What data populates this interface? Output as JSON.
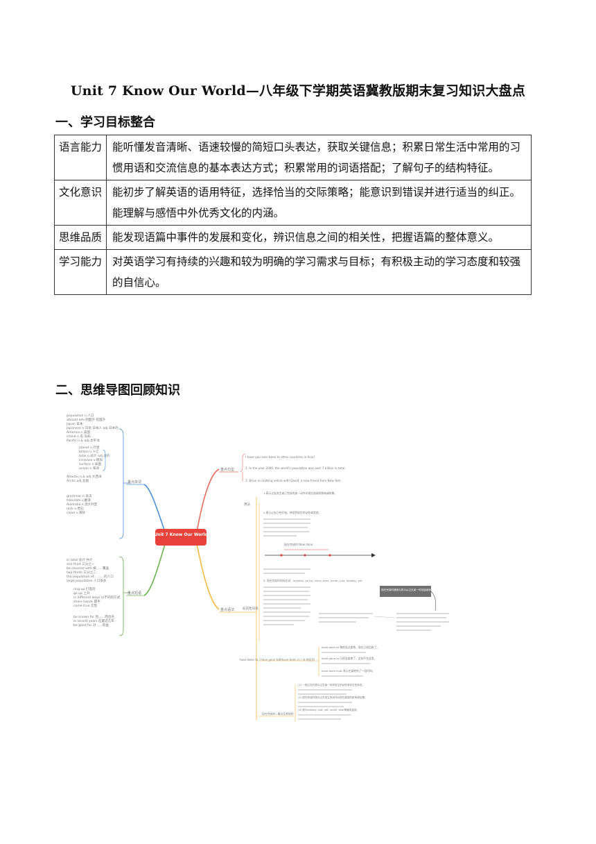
{
  "doc": {
    "title": "Unit 7 Know Our World—八年级下学期英语冀教版期末复习知识大盘点",
    "section1": "一、学习目标整合",
    "section2": "二、思维导图回顾知识"
  },
  "goals": [
    {
      "k": "语言能力",
      "v": "能听懂发音清晰、语速较慢的简短口头表达，获取关键信息；积累日常生活中常用的习惯用语和交流信息的基本表达方式；积累常用的词语搭配；了解句子的结构特征。"
    },
    {
      "k": "文化意识",
      "v": "能初步了解英语的语用特征，选择恰当的交际策略；能意识到错误并进行适当的纠正。能理解与感悟中外优秀文化的内涵。"
    },
    {
      "k": "思维品质",
      "v": "能发现语篇中事件的发展和变化，辨识信息之间的相关性，把握语篇的整体意义。"
    },
    {
      "k": "学习能力",
      "v": "对英语学习有持续的兴趣和较为明确的学习需求与目标；有积极主动的学习态度和较强的自信心。"
    }
  ],
  "mindmap": {
    "center": "Unit 7 Know Our World",
    "branches": {
      "vocab": "重点单词",
      "phrase": "重点短语",
      "sentence": "重点句型",
      "grammar": "重点语法"
    },
    "sentences": [
      "I have you ever been to other countries in Asia?",
      "2. In the year 2000, the world's population was over 7 billion in total.",
      "3. Brian is chatting online with David, a new friend from New York."
    ],
    "vocab_words": [
      "population n.人口",
      "abroad adv.到国外 在国外",
      "Japan 日本",
      "Japanese n.日语 日本人 adj.日本的",
      "America n.美国",
      "island n.岛 岛屿",
      "Pacific n.& adj.太平洋",
      "planet n.行星",
      "billion n.十亿",
      "total n.总计 adj.总的",
      "increase v.增加",
      "surface n.表面",
      "ocean n.海洋",
      "Atlantic n.& adj.大西洋",
      "Arctic adj.北极",
      "grammar n.语法",
      "translate v.翻译",
      "Australia n.澳大利亚",
      "rock n.岩石",
      "clean v.清除"
    ],
    "phrase_items": [
      "in total 总计 共计",
      "one third 三分之一",
      "be covered with 被……覆盖",
      "two thirds 三分之二",
      "the population of... ……的人口",
      "large population 人口很多",
      "ring up 打电话",
      "go up 上升",
      "in different ways 以不同的方式",
      "share hands 握手",
      "come true 实现",
      "be known for 因……而出名",
      "in recent years 在最近几年",
      "be good for 对……有益"
    ],
    "grammar_sub": [
      "用法",
      "标志性词语",
      "have been to / have gone to和have been in / at 的区别",
      "现在完成时—概念及其结构"
    ],
    "timeline_title": "现在完成时 Now  done",
    "note_box": "现在完成时通常与表示从过去某一时刻延续到现在的一段时间状语连用",
    "usage_text": [
      "1.表示过去发生或已完成的某一动作对现在造成的影响或结果。",
      "2.表示过去已经开始，持续到现在的动作或状态。",
      "3. 现在完成时的标志词：recently, so far, since, ever, never, just, already, yet"
    ],
    "haveBeen_text": [
      "have been to 曾经去过某地，现在已经回来了。",
      "have gone to 已经去某地了，此刻不在这里。",
      "have been in/at 表示在某地待了一段时间。"
    ],
    "concept_text": [
      "(1) 一般过去时表示过去某一时间发生的动作或存在的状态。",
      "(2) 现在完成时表示过去发生的动作对现在造成的影响或结果。",
      "(3) 常与already, just, yet, never, ever等副词连用。"
    ]
  }
}
